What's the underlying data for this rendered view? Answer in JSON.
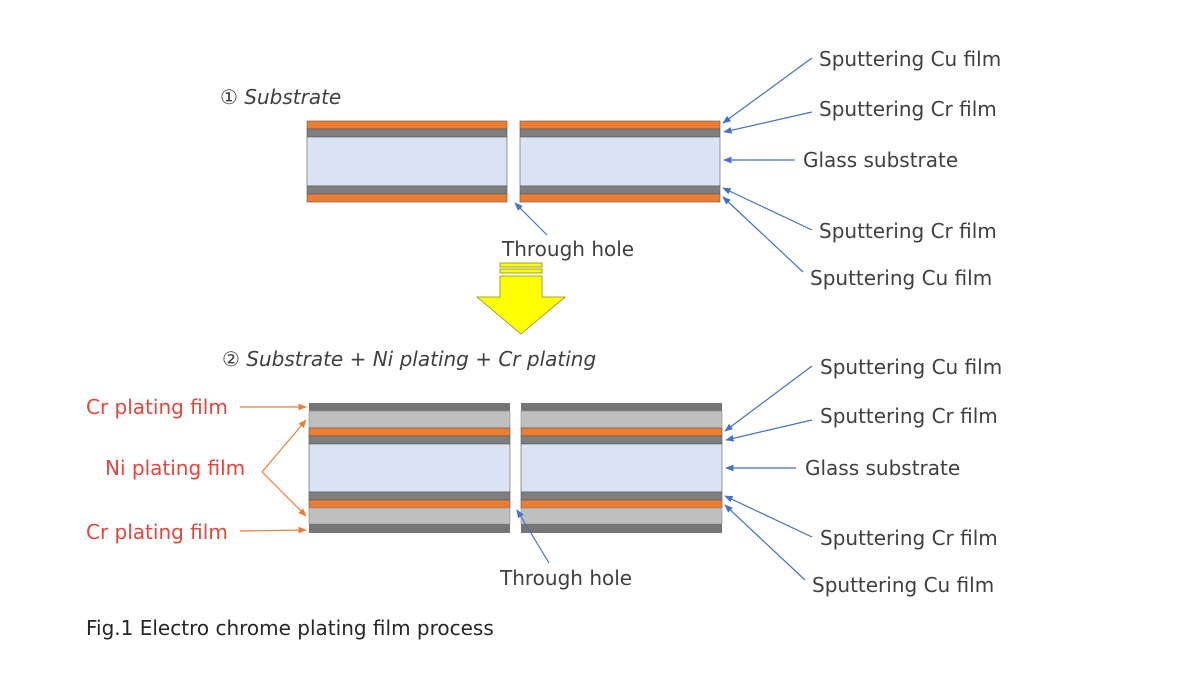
{
  "step1": {
    "title": "① Substrate",
    "right_labels": [
      "Sputtering Cu film",
      "Sputtering Cr film",
      "Glass substrate",
      "Sputtering Cr film",
      "Sputtering Cu film"
    ],
    "hole_label": "Through hole"
  },
  "step2": {
    "title": "② Substrate + Ni plating + Cr plating",
    "right_labels": [
      "Sputtering Cu film",
      "Sputtering Cr film",
      "Glass substrate",
      "Sputtering Cr film",
      "Sputtering Cu film"
    ],
    "left_labels": [
      "Cr plating film",
      "Ni plating film",
      "Cr plating film"
    ],
    "hole_label": "Through hole"
  },
  "caption": "Fig.1 Electro chrome plating film process",
  "colors": {
    "cu": "#ed7d31",
    "cr_sputter": "#7f7f7f",
    "glass": "#dae3f3",
    "cr_plating": "#757575",
    "ni_plating": "#bfbfbf",
    "arrow_fill": "#ffff00",
    "blue_leader": "#4472c4",
    "orange_leader": "#ed7d31",
    "red_text": "#e8443a"
  }
}
